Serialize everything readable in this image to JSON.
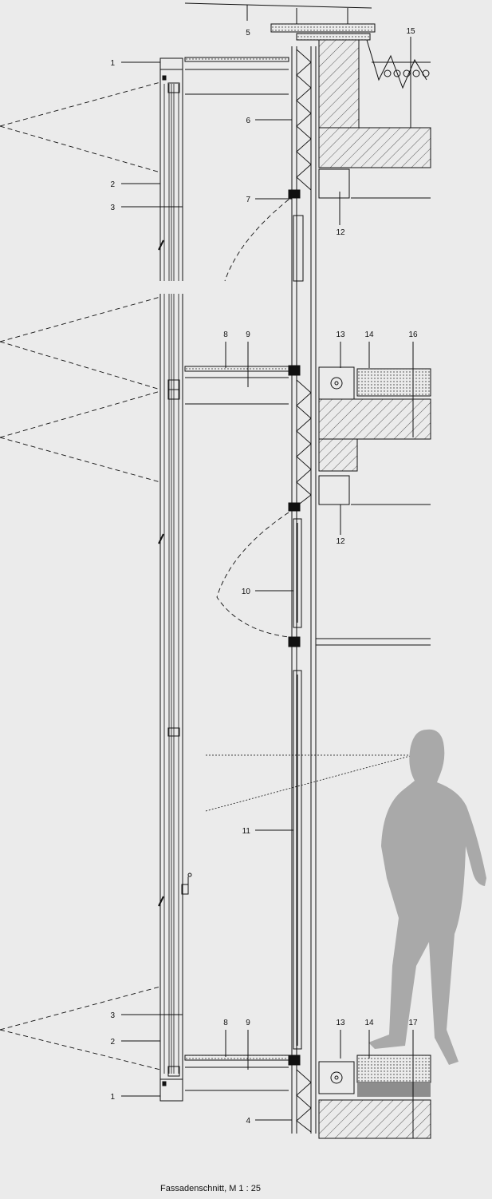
{
  "caption": "Fassadenschnitt, M 1 : 25",
  "labels": [
    {
      "id": "l1-top",
      "text": "1"
    },
    {
      "id": "l2-top",
      "text": "2"
    },
    {
      "id": "l3-top",
      "text": "3"
    },
    {
      "id": "l5",
      "text": "5"
    },
    {
      "id": "l6",
      "text": "6"
    },
    {
      "id": "l7",
      "text": "7"
    },
    {
      "id": "l12-top",
      "text": "12"
    },
    {
      "id": "l15",
      "text": "15"
    },
    {
      "id": "l8-mid",
      "text": "8"
    },
    {
      "id": "l9-mid",
      "text": "9"
    },
    {
      "id": "l13-mid",
      "text": "13"
    },
    {
      "id": "l14-mid",
      "text": "14"
    },
    {
      "id": "l16",
      "text": "16"
    },
    {
      "id": "l12-mid",
      "text": "12"
    },
    {
      "id": "l10",
      "text": "10"
    },
    {
      "id": "l11",
      "text": "11"
    },
    {
      "id": "l3-bot",
      "text": "3"
    },
    {
      "id": "l2-bot",
      "text": "2"
    },
    {
      "id": "l1-bot",
      "text": "1"
    },
    {
      "id": "l8-bot",
      "text": "8"
    },
    {
      "id": "l9-bot",
      "text": "9"
    },
    {
      "id": "l13-bot",
      "text": "13"
    },
    {
      "id": "l14-bot",
      "text": "14"
    },
    {
      "id": "l17",
      "text": "17"
    },
    {
      "id": "l4",
      "text": "4"
    }
  ],
  "colors": {
    "background": "#ebebeb",
    "line": "#111111",
    "hatch": "#333333",
    "figure": "#a9a9a9"
  }
}
